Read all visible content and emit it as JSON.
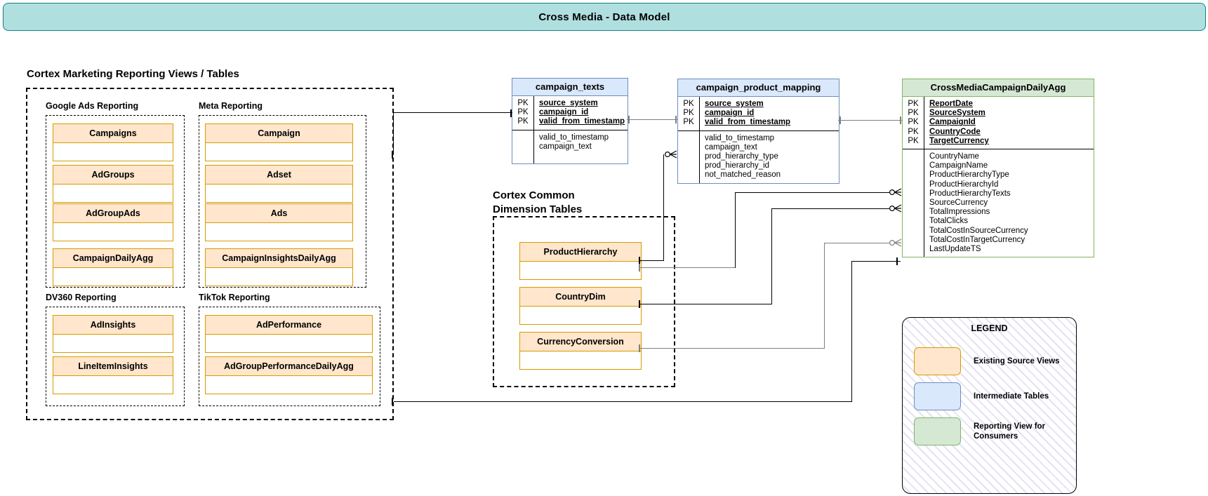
{
  "banner": {
    "title": "Cross Media - Data Model"
  },
  "sections": {
    "reporting": {
      "title": "Cortex Marketing Reporting Views / Tables"
    },
    "dimension": {
      "title": "Cortex Common\nDimension Tables"
    }
  },
  "groups": [
    {
      "name": "Google Ads Reporting",
      "tables": [
        "Campaigns",
        "AdGroups",
        "AdGroupAds",
        "CampaignDailyAgg"
      ]
    },
    {
      "name": "Meta Reporting",
      "tables": [
        "Campaign",
        "Adset",
        "Ads",
        "CampaignInsightsDailyAgg"
      ]
    },
    {
      "name": "DV360 Reporting",
      "tables": [
        "AdInsights",
        "LineItemInsights"
      ]
    },
    {
      "name": "TikTok Reporting",
      "tables": [
        "AdPerformance",
        "AdGroupPerformanceDailyAgg"
      ]
    }
  ],
  "dimension_tables": [
    "ProductHierarchy",
    "CountryDim",
    "CurrencyConversion"
  ],
  "entities": {
    "campaign_texts": {
      "title": "campaign_texts",
      "keys": [
        "source_system",
        "campaign_id",
        "valid_from_timestamp"
      ],
      "key_marker": "PK",
      "attributes": [
        "valid_to_timestamp",
        "campaign_text"
      ]
    },
    "campaign_product_mapping": {
      "title": "campaign_product_mapping",
      "keys": [
        "source_system",
        "campaign_id",
        "valid_from_timestamp"
      ],
      "key_marker": "PK",
      "attributes": [
        "valid_to_timestamp",
        "campaign_text",
        "prod_hierarchy_type",
        "prod_hierarchy_id",
        "not_matched_reason"
      ]
    },
    "cross_media_campaign_daily_agg": {
      "title": "CrossMediaCampaignDailyAgg",
      "keys": [
        "ReportDate",
        "SourceSystem",
        "CampaignId",
        "CountryCode",
        "TargetCurrency"
      ],
      "key_marker": "PK",
      "attributes": [
        "CountryName",
        "CampaignName",
        "ProductHierarchyType",
        "ProductHierarchyId",
        "ProductHierarchyTexts",
        "SourceCurrency",
        "TotalImpressions",
        "TotalClicks",
        "TotalCostInSourceCurrency",
        "TotalCostInTargetCurrency",
        "LastUpdateTS"
      ]
    }
  },
  "legend": {
    "title": "LEGEND",
    "items": [
      {
        "label": "Existing Source Views",
        "fill": "#ffe6cc",
        "stroke": "#d79b00"
      },
      {
        "label": "Intermediate Tables",
        "fill": "#dae8fc",
        "stroke": "#6c8ebf"
      },
      {
        "label": "Reporting View for\nConsumers",
        "fill": "#d5e8d4",
        "stroke": "#82b366"
      }
    ]
  },
  "colors": {
    "banner_fill": "#b0dfe0",
    "banner_stroke": "#0e8088",
    "source_fill": "#ffe6cc",
    "source_stroke": "#d79b00",
    "intermediate_fill": "#dae8fc",
    "intermediate_stroke": "#6c8ebf",
    "reporting_fill": "#d5e8d4",
    "reporting_stroke": "#82b366"
  }
}
